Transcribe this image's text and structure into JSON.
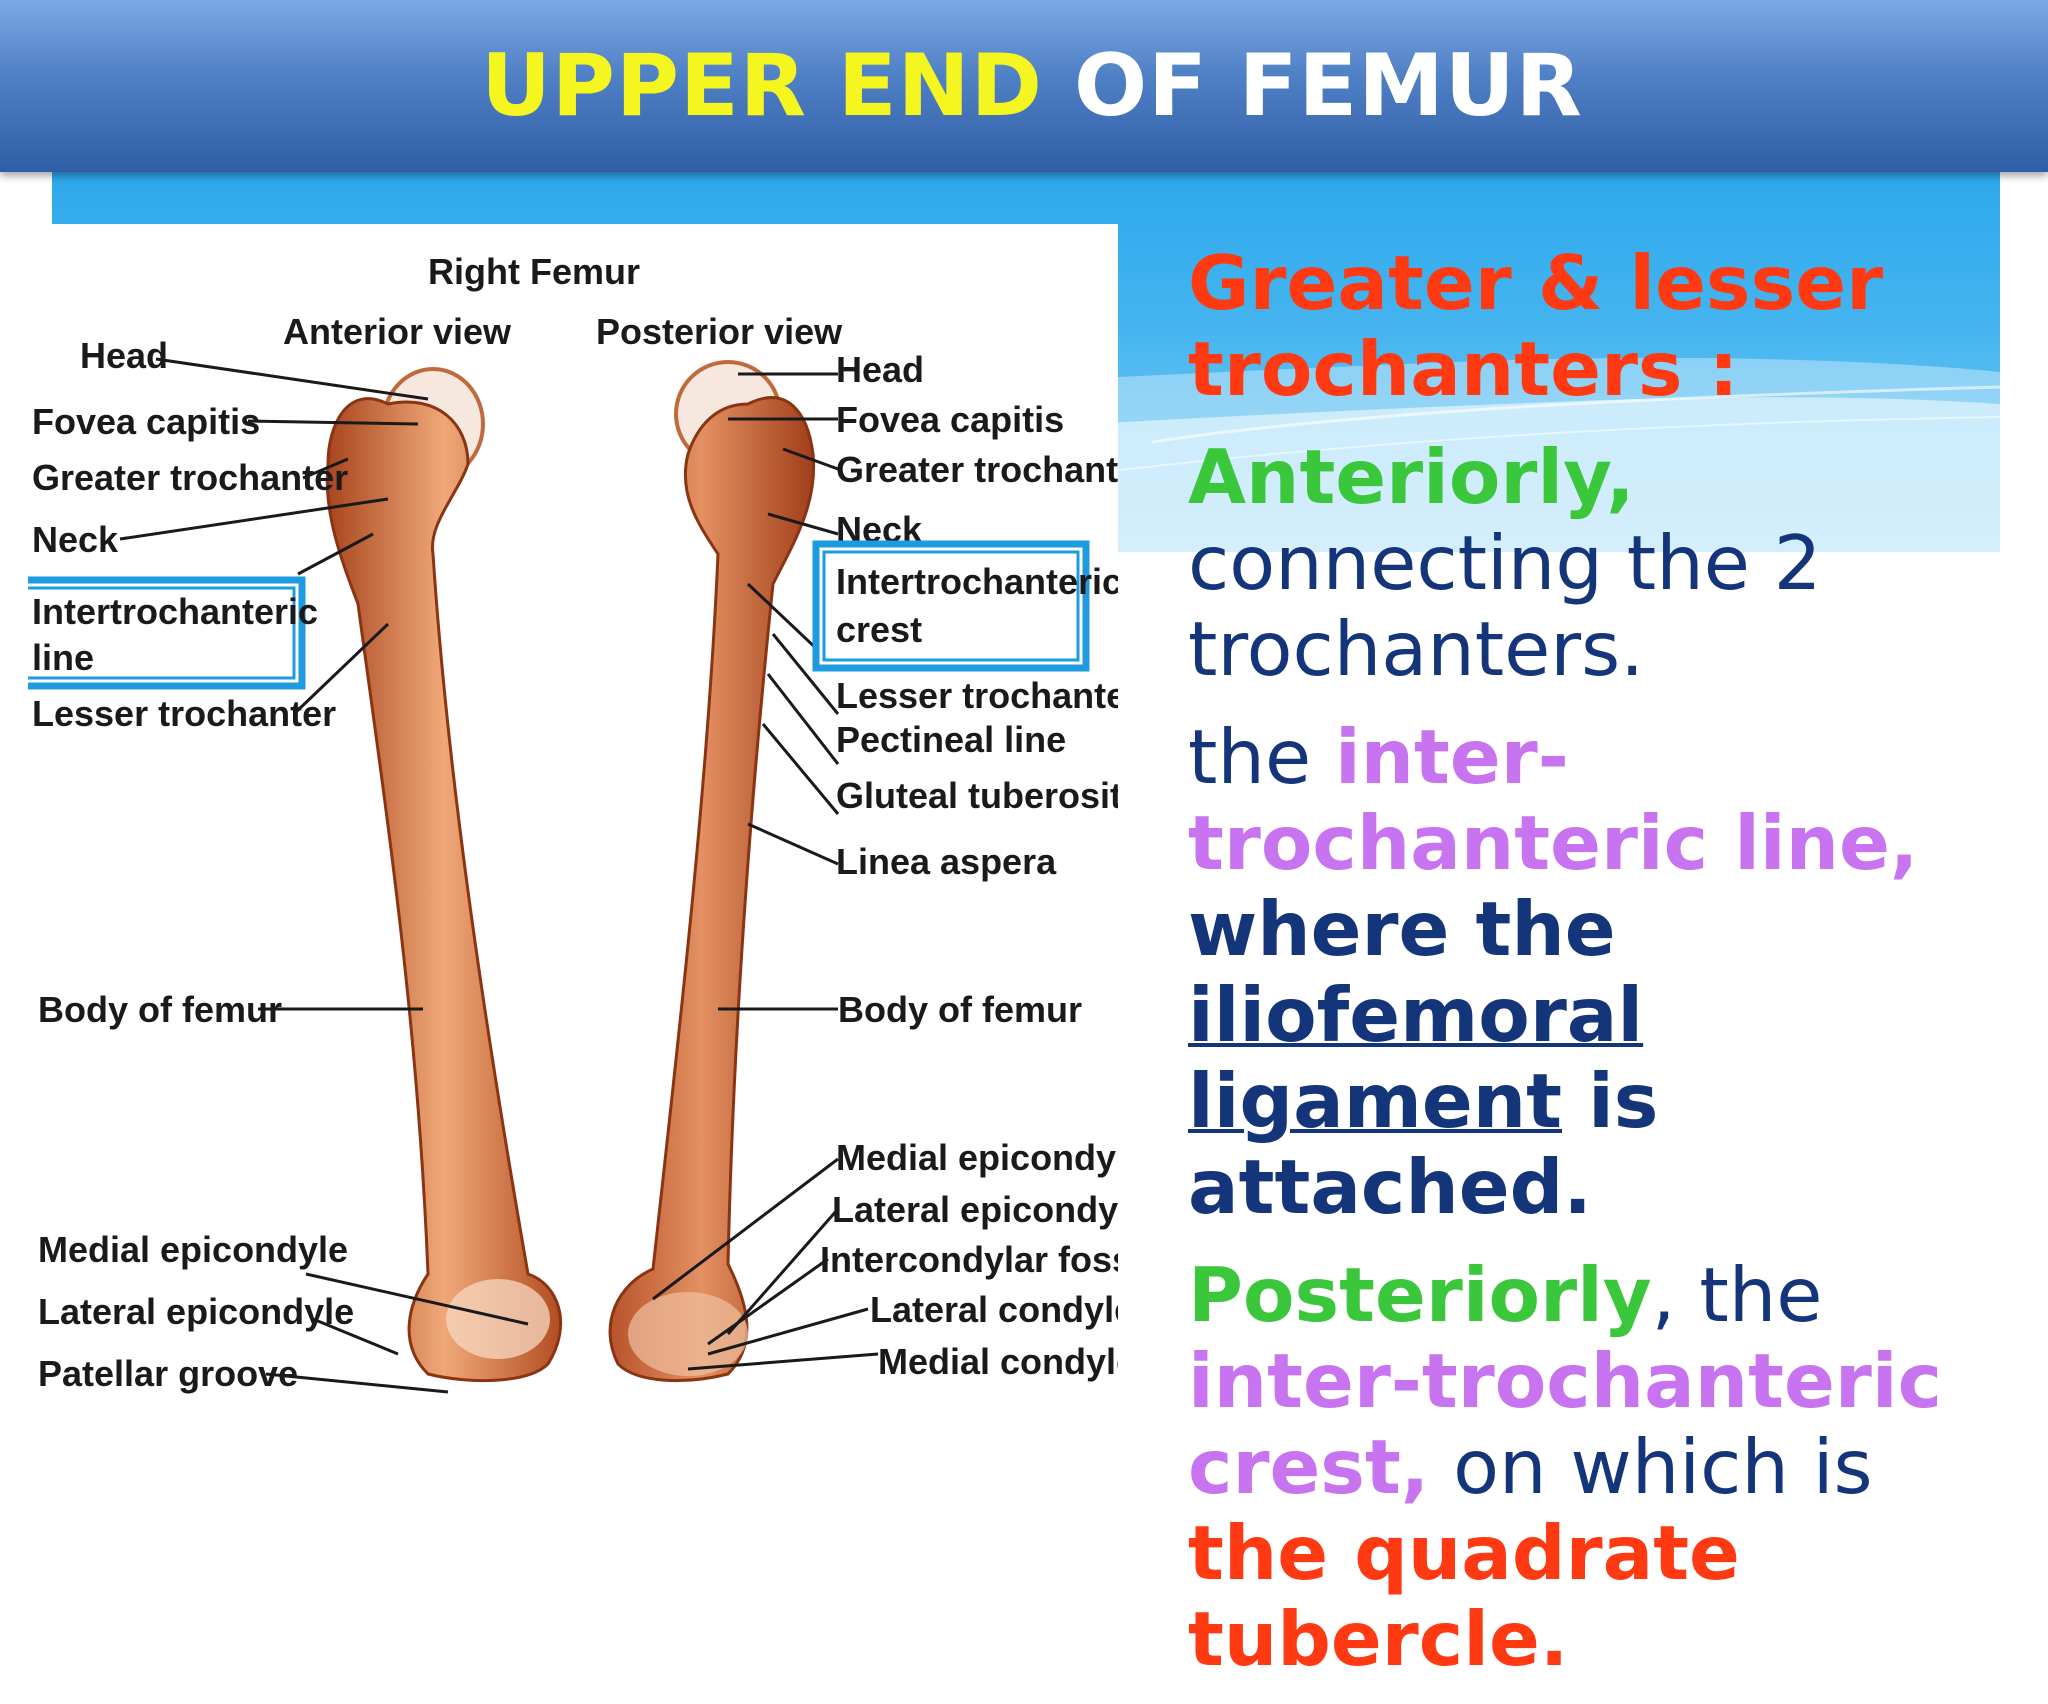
{
  "slide": {
    "title_highlight": "UPPER END",
    "title_rest": "OF FEMUR",
    "colors": {
      "title_bar": "#2f5ea7",
      "title_highlight": "#f5f51f",
      "sky": "#2ea8ec",
      "heading": "#ff3a12",
      "direction": "#3bc73b",
      "structure": "#c873f0",
      "body_text": "#14357a",
      "highlight_box": "#1e9be0"
    }
  },
  "figure": {
    "title": "Right Femur",
    "anterior_caption": "Anterior view",
    "posterior_caption": "Posterior view",
    "anterior_labels": {
      "head": "Head",
      "fovea_capitis": "Fovea capitis",
      "greater_trochanter": "Greater trochanter",
      "neck": "Neck",
      "intertrochanteric_line_1": "Intertrochanteric",
      "intertrochanteric_line_2": "line",
      "lesser_trochanter": "Lesser trochanter",
      "body_of_femur": "Body of femur",
      "medial_epicondyle": "Medial epicondyle",
      "lateral_epicondyle": "Lateral epicondyle",
      "patellar_groove": "Patellar groove"
    },
    "posterior_labels": {
      "head": "Head",
      "fovea_capitis": "Fovea capitis",
      "greater_trochanter": "Greater trochanter",
      "neck": "Neck",
      "intertrochanteric_crest_1": "Intertrochanteric",
      "intertrochanteric_crest_2": "crest",
      "lesser_trochanter": "Lesser trochanter",
      "pectineal_line": "Pectineal line",
      "gluteal_tuberosity": "Gluteal tuberosity",
      "linea_aspera": "Linea aspera",
      "body_of_femur": "Body of femur",
      "medial_epicondyle": "Medial epicondyle",
      "lateral_epicondyle": "Lateral epicondyle",
      "intercondylar_fossa": "Intercondylar fossa",
      "lateral_condyle": "Lateral condyle",
      "medial_condyle": "Medial condyle"
    }
  },
  "text": {
    "heading": "Greater & lesser trochanters :",
    "anterior_word": "Anteriorly,",
    "anterior_rest": " connecting the 2 trochanters.",
    "line_pre": "the ",
    "line_name": "inter-trochanteric line,",
    "where_the": " where the ",
    "ligament": "iliofemoral ligament",
    "is_attached": " is attached.",
    "posterior_word": "Posteriorly",
    "posterior_sep": ", the ",
    "crest_name": "inter-trochanteric crest,",
    "on_which": " on which is ",
    "tubercle": "the quadrate tubercle."
  }
}
